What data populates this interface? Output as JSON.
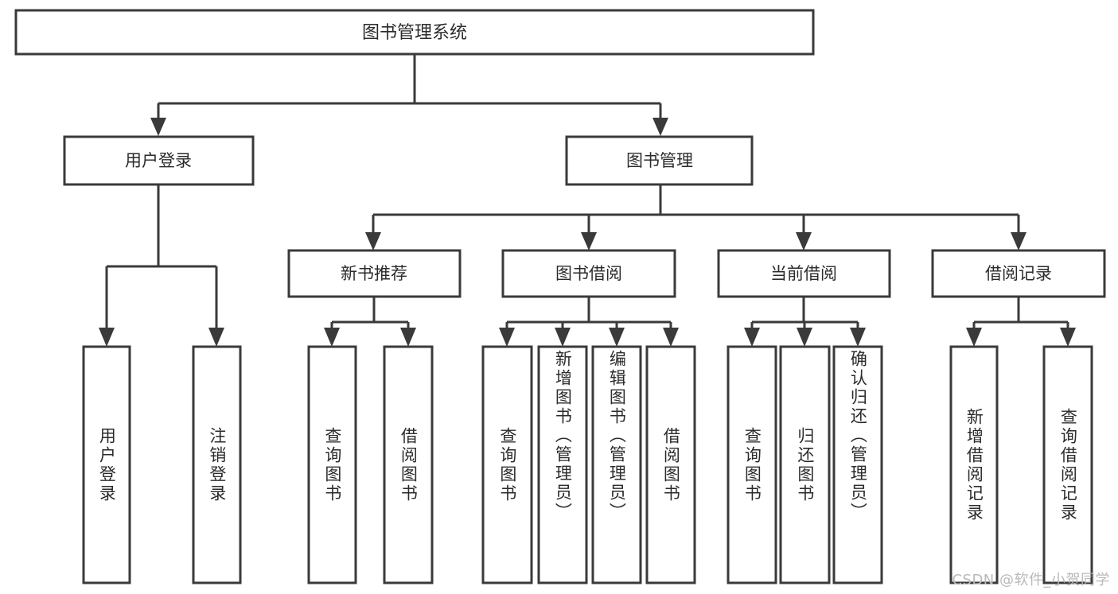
{
  "diagram": {
    "title": "图书管理系统",
    "type": "hierarchy-tree",
    "colors": {
      "box_stroke": "#3a3a3a",
      "box_fill": "#ffffff",
      "text": "#2b2b2b",
      "background": "#ffffff",
      "watermark": "#b9b9b9"
    },
    "root": {
      "label": "图书管理系统"
    },
    "level2": [
      {
        "label": "用户登录"
      },
      {
        "label": "图书管理"
      }
    ],
    "level3": [
      {
        "label": "新书推荐"
      },
      {
        "label": "图书借阅"
      },
      {
        "label": "当前借阅"
      },
      {
        "label": "借阅记录"
      }
    ],
    "leaves": [
      {
        "label": "用户登录",
        "parent": "用户登录"
      },
      {
        "label": "注销登录",
        "parent": "用户登录"
      },
      {
        "label": "查询图书",
        "parent": "新书推荐"
      },
      {
        "label": "借阅图书",
        "parent": "新书推荐"
      },
      {
        "label": "查询图书",
        "parent": "图书借阅"
      },
      {
        "label": "新增图书（管理员）",
        "parent": "图书借阅"
      },
      {
        "label": "编辑图书（管理员）",
        "parent": "图书借阅"
      },
      {
        "label": "借阅图书",
        "parent": "图书借阅"
      },
      {
        "label": "查询图书",
        "parent": "当前借阅"
      },
      {
        "label": "归还图书",
        "parent": "当前借阅"
      },
      {
        "label": "确认归还（管理员）",
        "parent": "当前借阅"
      },
      {
        "label": "新增借阅记录",
        "parent": "借阅记录"
      },
      {
        "label": "查询借阅记录",
        "parent": "借阅记录"
      }
    ]
  },
  "watermark": {
    "text": "CSDN @软件_小贺同学"
  }
}
